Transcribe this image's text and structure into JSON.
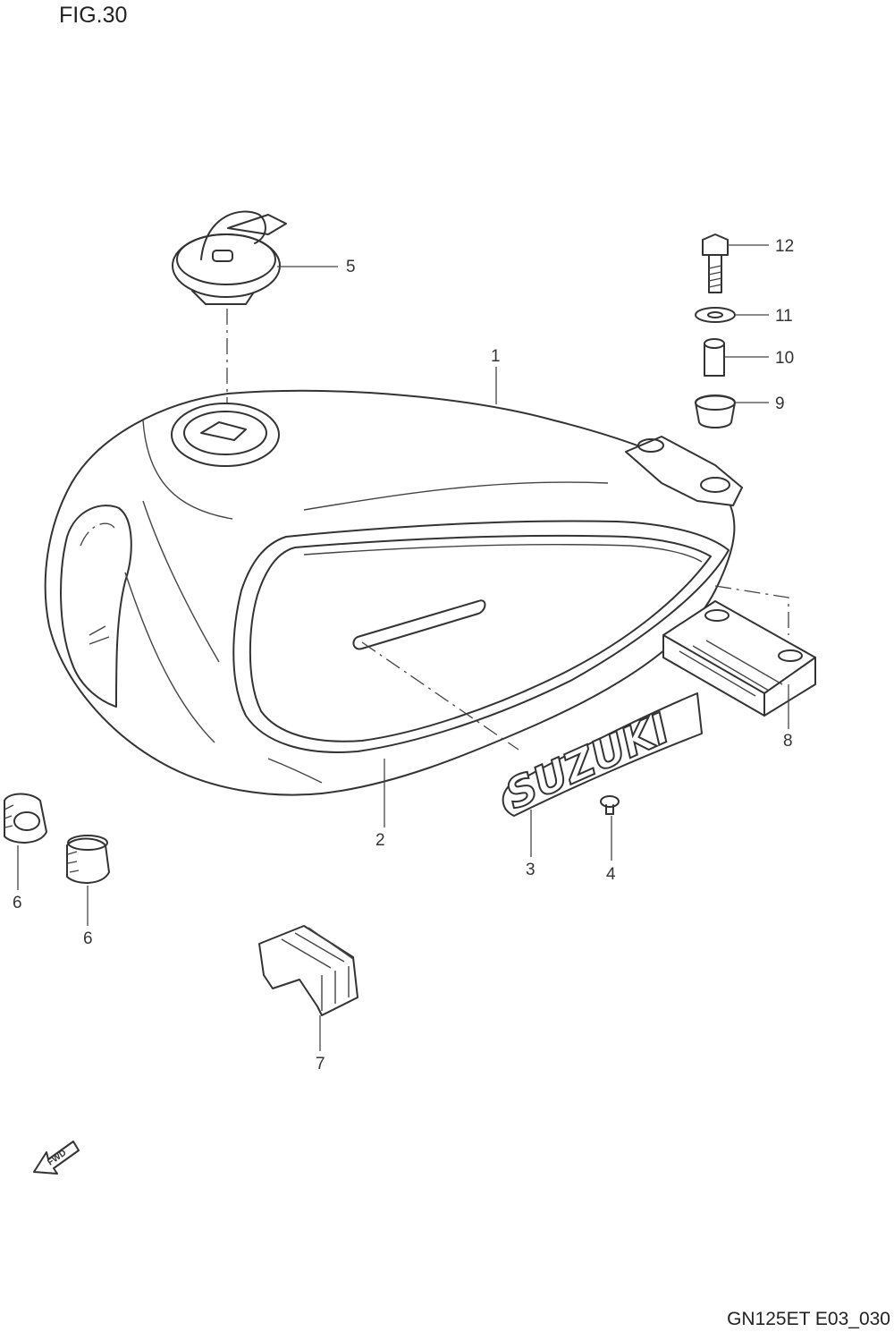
{
  "figure": {
    "title": "FIG.30",
    "drawing_code": "GN125ET E03_030"
  },
  "callouts": [
    {
      "id": "1",
      "label": "1"
    },
    {
      "id": "2",
      "label": "2"
    },
    {
      "id": "3",
      "label": "3"
    },
    {
      "id": "4",
      "label": "4"
    },
    {
      "id": "5",
      "label": "5"
    },
    {
      "id": "6a",
      "label": "6"
    },
    {
      "id": "6b",
      "label": "6"
    },
    {
      "id": "7",
      "label": "7"
    },
    {
      "id": "8",
      "label": "8"
    },
    {
      "id": "9",
      "label": "9"
    },
    {
      "id": "10",
      "label": "10"
    },
    {
      "id": "11",
      "label": "11"
    },
    {
      "id": "12",
      "label": "12"
    }
  ],
  "emblem": {
    "logo_text": "SUZUKI",
    "fwd_text": "FWD"
  }
}
